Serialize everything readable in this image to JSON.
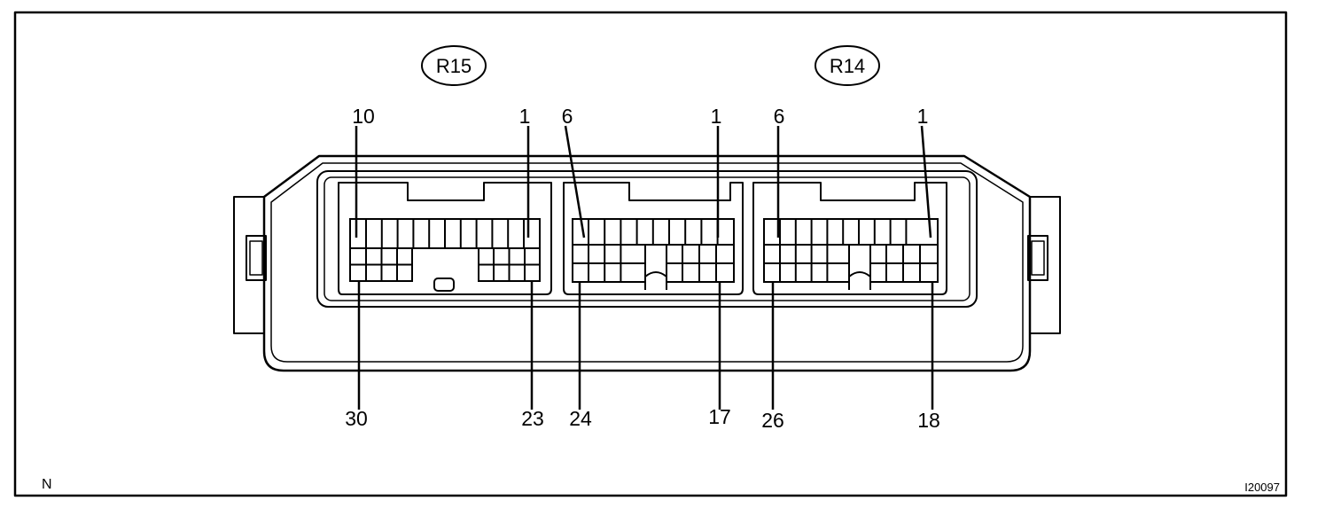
{
  "connectors": [
    {
      "id": "R15",
      "pins": {
        "top_left": "10",
        "top_right": "1",
        "bottom_left": "30",
        "bottom_right": "23"
      }
    },
    {
      "id": "R14",
      "pins": {
        "top_left": "6",
        "top_right": "1",
        "bottom_left": "24",
        "bottom_right": "17"
      }
    },
    {
      "id": "R14",
      "pins": {
        "top_left": "6",
        "top_right": "1",
        "bottom_left": "26",
        "bottom_right": "18"
      }
    }
  ],
  "corner_label": "N",
  "figure_code": "I20097"
}
